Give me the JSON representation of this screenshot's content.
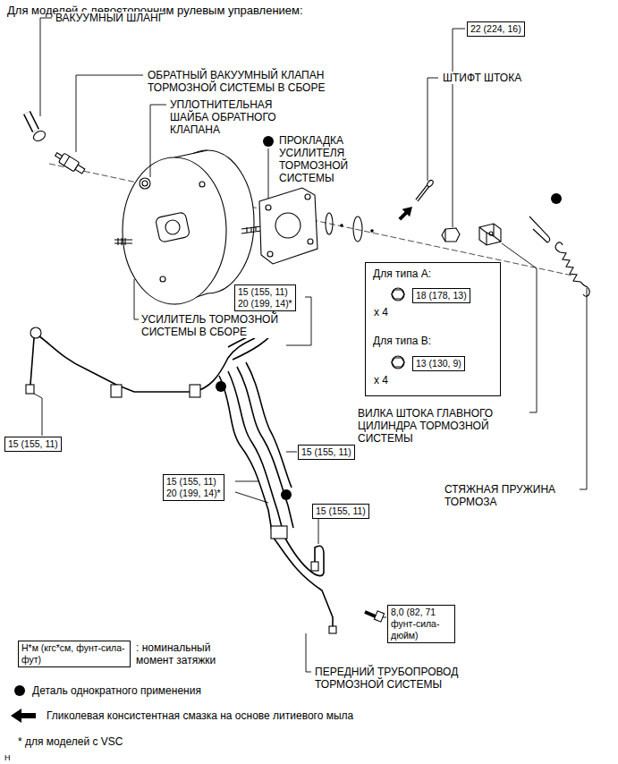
{
  "diagram": {
    "title": "Для моделей с левосторонним рулевым управлением:",
    "nodes": [
      {
        "text": [
          "22 (224, 16)"
        ]
      },
      {
        "text": [
          "Для типа А:",
          "Для типа В:"
        ]
      },
      {
        "text": [
          "18 (178, 13)"
        ],
        "in": 1
      },
      {
        "text": [
          "13 (130, 9)"
        ],
        "in": 1
      },
      {
        "text": [
          "15 (155, 11)",
          "20 (199, 14)*"
        ]
      },
      {
        "text": [
          "15 (155, 11)"
        ]
      },
      {
        "text": [
          "15 (155, 11)"
        ]
      },
      {
        "text": [
          "15 (155, 11)",
          "20 (199, 14)*"
        ]
      },
      {
        "text": [
          "15 (155, 11)"
        ]
      },
      {
        "text": [
          "8,0 (82, 71 фунт-сила-дюйм)"
        ]
      },
      {
        "text": [
          "Н*м (кгс*см, фунт-сила-фут)"
        ]
      }
    ],
    "labels": [
      "ВАКУУМНЫЙ ШЛАНГ",
      "ОБРАТНЫЙ ВАКУУМНЫЙ КЛАПАН ТОРМОЗНОЙ СИСТЕМЫ В СБОРЕ",
      "УПЛОТНИТЕЛЬНАЯ ШАЙБА ОБРАТНОГО КЛАПАНА",
      "ПРОКЛАДКА УСИЛИТЕЛЯ ТОРМОЗНОЙ СИСТЕМЫ",
      "ШТИФТ ШТОКА",
      "УСИЛИТЕЛЬ ТОРМОЗНОЙ СИСТЕМЫ В СБОРЕ",
      "x 4",
      "x 4",
      "ВИЛКА ШТОКА ГЛАВНОГО ЦИЛИНДРА ТОРМОЗНОЙ СИСТЕМЫ",
      "СТЯЖНАЯ ПРУЖИНА ТОРМОЗА",
      "ПЕРЕДНИЙ ТРУБОПРОВОД ТОРМОЗНОЙ СИСТЕМЫ",
      "* для моделей с VSC",
      "H"
    ],
    "legend": [
      {
        "text": ": номинальный момент затяжки"
      },
      {
        "text": "Деталь однократного применения"
      },
      {
        "text": "Гликолевая консистентная смазка на основе литиевого мыла"
      }
    ]
  }
}
